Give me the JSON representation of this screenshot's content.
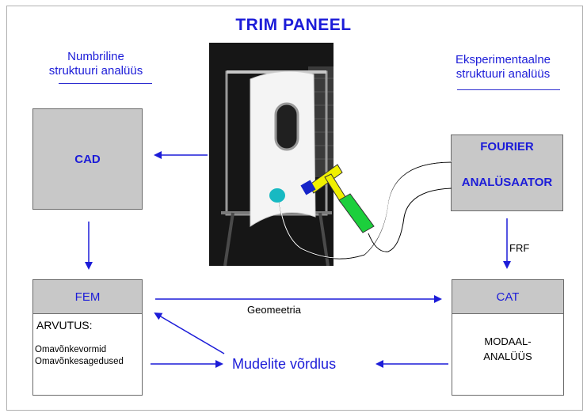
{
  "title": "TRIM PANEEL",
  "left_heading": {
    "line1": "Numbriline",
    "line2": "struktuuri analüüs"
  },
  "right_heading": {
    "line1": "Eksperimentaalne",
    "line2": "struktuuri analüüs"
  },
  "boxes": {
    "cad": "CAD",
    "fourier_line1": "FOURIER",
    "fourier_line2": "ANALÜSAATOR",
    "fem": "FEM",
    "cat": "CAT"
  },
  "fem_details": {
    "heading": "ARVUTUS:",
    "line1": "Omavõnkevormid",
    "line2": "Omavõnkesagedused"
  },
  "cat_details": {
    "line1": "MODAAL-",
    "line2": "ANALÜÜS"
  },
  "labels": {
    "frf": "FRF",
    "geometry": "Geomeetria",
    "comparison": "Mudelite võrdlus"
  },
  "colors": {
    "accent": "#1c1cd8",
    "box_grey": "#c8c8c8",
    "hammer_yellow": "#f0f000",
    "sensor_cyan": "#17b9c2",
    "shaker_green": "#1ccf3c"
  }
}
